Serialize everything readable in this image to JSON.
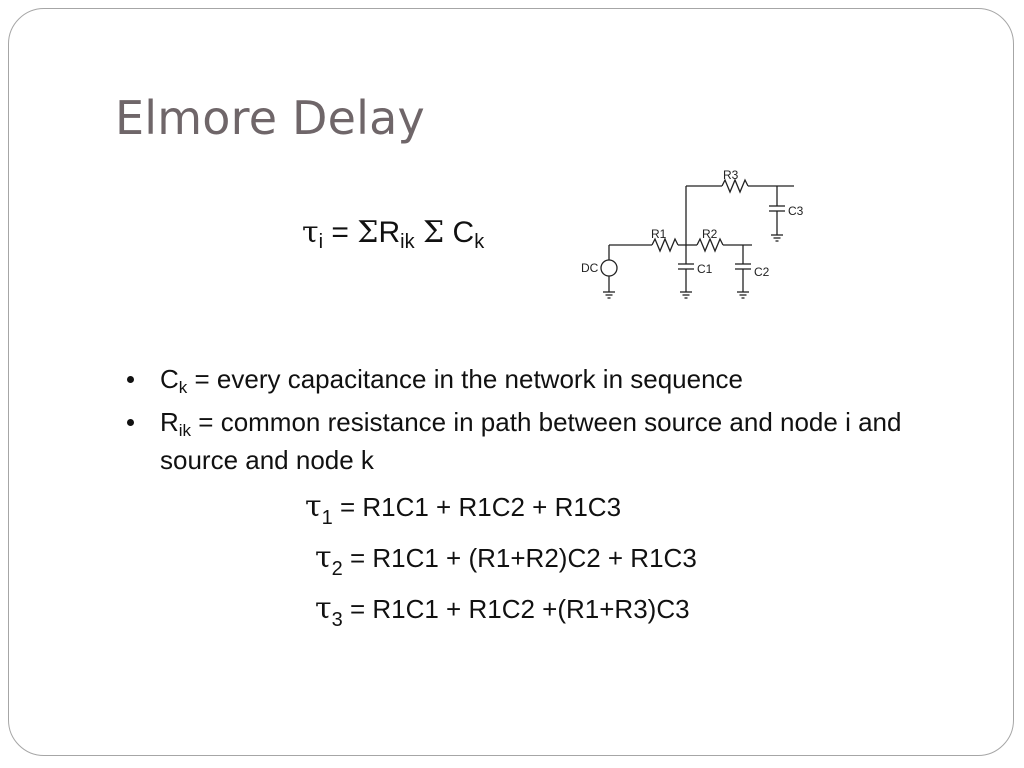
{
  "slide": {
    "title": "Elmore Delay",
    "formula": {
      "tau": "τ",
      "tau_sub": "i",
      "equals": "=",
      "sigma1": "Σ",
      "r": "R",
      "r_sub": "ik",
      "sigma2": "Σ",
      "c": "C",
      "c_sub": "k"
    },
    "circuit": {
      "labels": {
        "source": "DC",
        "r1": "R1",
        "r2": "R2",
        "r3": "R3",
        "c1": "C1",
        "c2": "C2",
        "c3": "C3"
      }
    },
    "bullets": [
      {
        "main": "C",
        "sub": "k",
        "rest": " = every capacitance in the network in sequence"
      },
      {
        "main": "R",
        "sub": "ik",
        "rest": " = common resistance in path between source and node i and source and node k"
      }
    ],
    "equations": [
      {
        "tau": "τ",
        "sub": "1",
        "rhs": " = R1C1 + R1C2 + R1C3"
      },
      {
        "tau": "τ",
        "sub": "2",
        "rhs": " = R1C1 + (R1+R2)C2 + R1C3"
      },
      {
        "tau": "τ",
        "sub": "3",
        "rhs": " = R1C1 + R1C2 +(R1+R3)C3"
      }
    ]
  }
}
